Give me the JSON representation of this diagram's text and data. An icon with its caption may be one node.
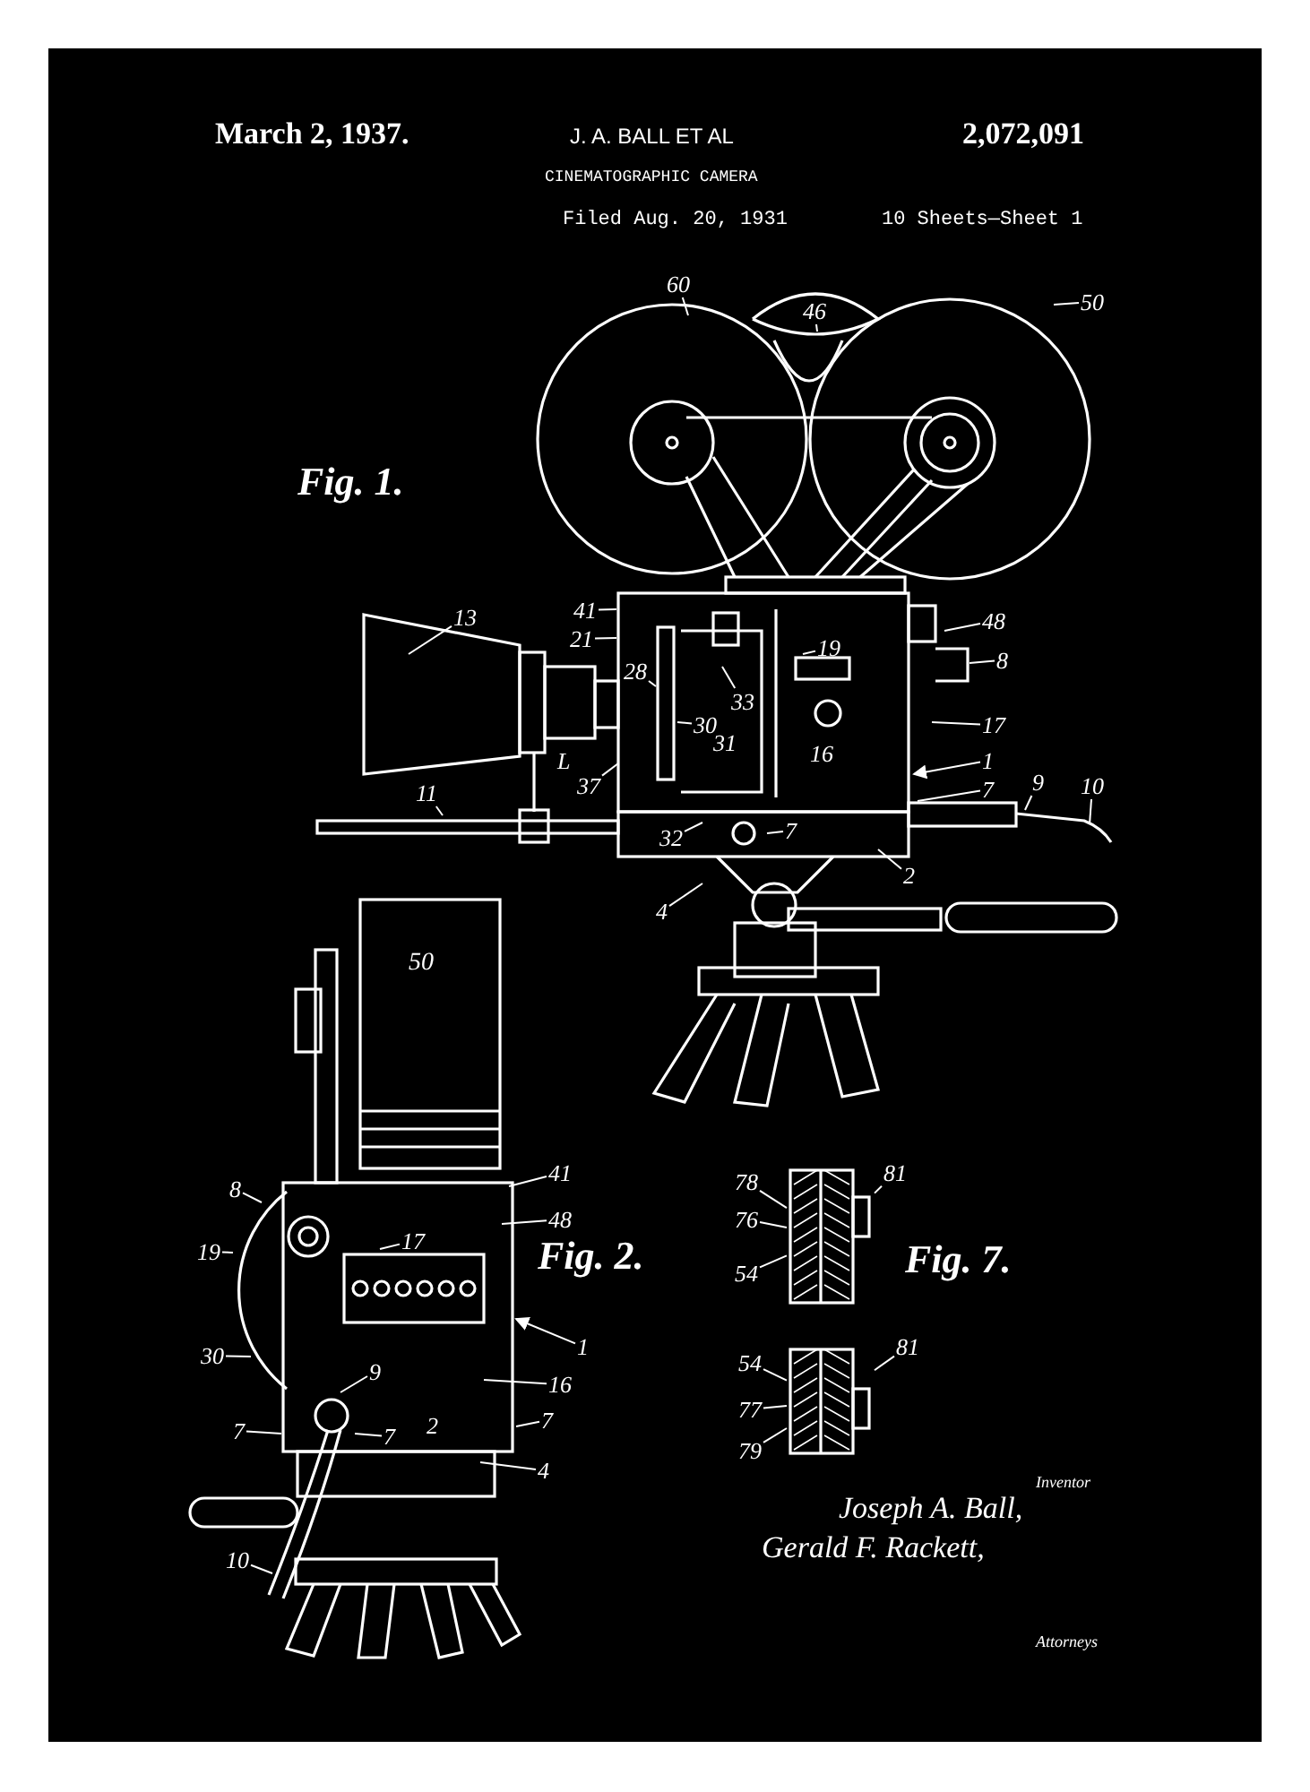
{
  "diagram": {
    "nodes": [
      {
        "text": [
          "60"
        ]
      },
      {
        "text": [
          "46"
        ]
      },
      {
        "text": [
          "50"
        ]
      },
      {
        "text": [
          "13"
        ]
      },
      {
        "text": [
          "41"
        ]
      },
      {
        "text": [
          "21"
        ]
      },
      {
        "text": [
          "28"
        ]
      },
      {
        "text": [
          "30"
        ]
      },
      {
        "text": [
          "33"
        ]
      },
      {
        "text": [
          "19"
        ]
      },
      {
        "text": [
          "48"
        ]
      },
      {
        "text": [
          "8"
        ]
      },
      {
        "text": [
          "17"
        ]
      },
      {
        "text": [
          "1"
        ]
      },
      {
        "text": [
          "7"
        ]
      },
      {
        "text": [
          "9"
        ]
      },
      {
        "text": [
          "10"
        ]
      },
      {
        "text": [
          "11"
        ]
      },
      {
        "text": [
          "37"
        ]
      },
      {
        "text": [
          "32"
        ]
      },
      {
        "text": [
          "7"
        ]
      },
      {
        "text": [
          "2"
        ]
      },
      {
        "text": [
          "4"
        ]
      },
      {
        "text": [
          "41"
        ]
      },
      {
        "text": [
          "48"
        ]
      },
      {
        "text": [
          "8"
        ]
      },
      {
        "text": [
          "19"
        ]
      },
      {
        "text": [
          "17"
        ]
      },
      {
        "text": [
          "1"
        ]
      },
      {
        "text": [
          "30"
        ]
      },
      {
        "text": [
          "16"
        ]
      },
      {
        "text": [
          "9"
        ]
      },
      {
        "text": [
          "7"
        ]
      },
      {
        "text": [
          "7"
        ]
      },
      {
        "text": [
          "7"
        ]
      },
      {
        "text": [
          "4"
        ]
      },
      {
        "text": [
          "10"
        ]
      },
      {
        "text": [
          "78"
        ]
      },
      {
        "text": [
          "81"
        ]
      },
      {
        "text": [
          "76"
        ]
      },
      {
        "text": [
          "54"
        ]
      },
      {
        "text": [
          "54"
        ]
      },
      {
        "text": [
          "81"
        ]
      },
      {
        "text": [
          "77"
        ]
      },
      {
        "text": [
          "79"
        ]
      },
      {
        "text": [],
        "shape": "picture"
      },
      {
        "text": [],
        "shape": "picture"
      }
    ],
    "edges": [
      {
        "from": 0,
        "to": null,
        "arrow": "none"
      },
      {
        "from": 1,
        "to": null,
        "arrow": "none"
      },
      {
        "from": 2,
        "to": null,
        "arrow": "none"
      },
      {
        "from": 3,
        "to": null,
        "arrow": "none"
      },
      {
        "from": 4,
        "to": null,
        "arrow": "none"
      },
      {
        "from": 5,
        "to": null,
        "arrow": "none"
      },
      {
        "from": 6,
        "to": null,
        "arrow": "none"
      },
      {
        "from": 7,
        "to": null,
        "arrow": "none"
      },
      {
        "from": 8,
        "to": null,
        "arrow": "none"
      },
      {
        "from": 9,
        "to": null,
        "arrow": "none"
      },
      {
        "from": 10,
        "to": null,
        "arrow": "none"
      },
      {
        "from": 11,
        "to": null,
        "arrow": "none"
      },
      {
        "from": 12,
        "to": null,
        "arrow": "none"
      },
      {
        "from": 13,
        "to": null,
        "arrow": "to"
      },
      {
        "from": 14,
        "to": null,
        "arrow": "none"
      },
      {
        "from": 15,
        "to": null,
        "arrow": "none"
      },
      {
        "from": 16,
        "to": null,
        "arrow": "none"
      },
      {
        "from": 17,
        "to": null,
        "arrow": "none"
      },
      {
        "from": 18,
        "to": null,
        "arrow": "none"
      },
      {
        "from": 19,
        "to": null,
        "arrow": "none"
      },
      {
        "from": 20,
        "to": null,
        "arrow": "none"
      },
      {
        "from": 21,
        "to": null,
        "arrow": "none"
      },
      {
        "from": 22,
        "to": null,
        "arrow": "none"
      },
      {
        "from": 23,
        "to": null,
        "arrow": "none"
      },
      {
        "from": 24,
        "to": null,
        "arrow": "none"
      },
      {
        "from": 25,
        "to": null,
        "arrow": "none"
      },
      {
        "from": 26,
        "to": null,
        "arrow": "none"
      },
      {
        "from": 27,
        "to": null,
        "arrow": "none"
      },
      {
        "from": 28,
        "to": null,
        "arrow": "to"
      },
      {
        "from": 29,
        "to": null,
        "arrow": "none"
      },
      {
        "from": 30,
        "to": null,
        "arrow": "none"
      },
      {
        "from": 31,
        "to": null,
        "arrow": "none"
      },
      {
        "from": 32,
        "to": null,
        "arrow": "none"
      },
      {
        "from": 33,
        "to": null,
        "arrow": "none"
      },
      {
        "from": 34,
        "to": null,
        "arrow": "none"
      },
      {
        "from": 35,
        "to": null,
        "arrow": "none"
      },
      {
        "from": 36,
        "to": null,
        "arrow": "none"
      },
      {
        "from": 37,
        "to": 45,
        "arrow": "none"
      },
      {
        "from": 38,
        "to": 45,
        "arrow": "none"
      },
      {
        "from": 39,
        "to": 45,
        "arrow": "none"
      },
      {
        "from": 40,
        "to": 45,
        "arrow": "none"
      },
      {
        "from": 41,
        "to": 46,
        "arrow": "none"
      },
      {
        "from": 42,
        "to": 46,
        "arrow": "none"
      },
      {
        "from": 43,
        "to": 46,
        "arrow": "none"
      },
      {
        "from": 44,
        "to": 46,
        "arrow": "none"
      }
    ],
    "labels": [
      "March 2, 1937.",
      "J. A. BALL ET AL",
      "2,072,091",
      "CINEMATOGRAPHIC CAMERA",
      "Filed Aug. 20, 1931",
      "10 Sheets—Sheet 1",
      "Fig. 1.",
      "31",
      "16",
      "L",
      "50",
      "Fig. 2.",
      "2",
      "Fig. 7.",
      "Inventor",
      "Joseph A. Ball,",
      "Gerald F. Rackett,",
      "Attorneys"
    ]
  }
}
